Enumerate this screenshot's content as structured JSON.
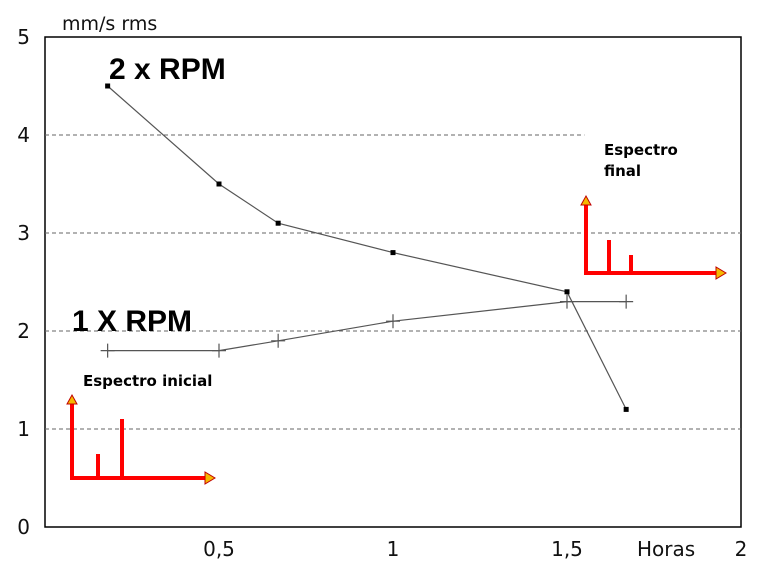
{
  "chart_data": {
    "type": "line",
    "ylabel": "mm/s rms",
    "xlabel": "Horas",
    "xlim": [
      0,
      2
    ],
    "ylim": [
      0,
      5
    ],
    "x_ticks": [
      {
        "value": 0.5,
        "label": "0,5"
      },
      {
        "value": 1,
        "label": "1"
      },
      {
        "value": 1.5,
        "label": "1,5"
      },
      {
        "value": 2,
        "label": "2"
      }
    ],
    "y_ticks": [
      {
        "value": 0,
        "label": "0"
      },
      {
        "value": 1,
        "label": "1"
      },
      {
        "value": 2,
        "label": "2"
      },
      {
        "value": 3,
        "label": "3"
      },
      {
        "value": 4,
        "label": "4"
      },
      {
        "value": 5,
        "label": "5"
      }
    ],
    "grid": {
      "horizontal_dashed_at": [
        1,
        2,
        3,
        4
      ]
    },
    "series": [
      {
        "name": "2 x RPM",
        "marker": "square",
        "x": [
          0.18,
          0.5,
          0.67,
          1.0,
          1.5,
          1.67
        ],
        "y": [
          4.5,
          3.5,
          3.1,
          2.8,
          2.4,
          1.2
        ]
      },
      {
        "name": "1 X RPM",
        "marker": "plus",
        "x": [
          0.18,
          0.5,
          0.67,
          1.0,
          1.5,
          1.67
        ],
        "y": [
          1.8,
          1.8,
          1.9,
          2.1,
          2.3,
          2.3
        ]
      }
    ],
    "annotations": [
      {
        "text": "Espectro inicial"
      },
      {
        "text_lines": [
          "Espectro",
          "final"
        ]
      }
    ],
    "colors": {
      "line": "#555555",
      "marker": "#000000",
      "spectrum": "#ff0000",
      "arrow_tip": "#f5b800",
      "grid": "#666666"
    }
  }
}
